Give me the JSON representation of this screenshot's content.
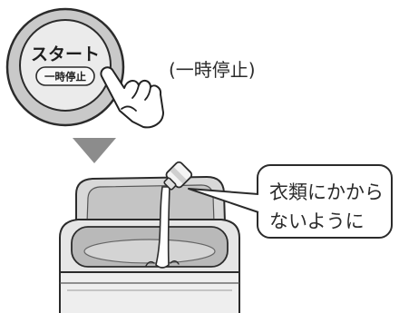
{
  "start_button": {
    "label": "スタート",
    "sub_label": "一時停止",
    "hand_icon": "pointing-hand-icon"
  },
  "pause_note": "(一時停止)",
  "step_arrow": {
    "icon": "down-triangle-icon"
  },
  "washing_machine": {
    "icon": "washing-machine-icon",
    "bottle_icon": "detergent-bottle-icon"
  },
  "callout": {
    "lines": [
      "衣類にかから",
      "ないように"
    ]
  },
  "colors": {
    "arrow": "#8c8c8c",
    "button_ring": "#c9c9c9",
    "button_face": "#ebebeb",
    "outline": "#2b2b2b"
  }
}
